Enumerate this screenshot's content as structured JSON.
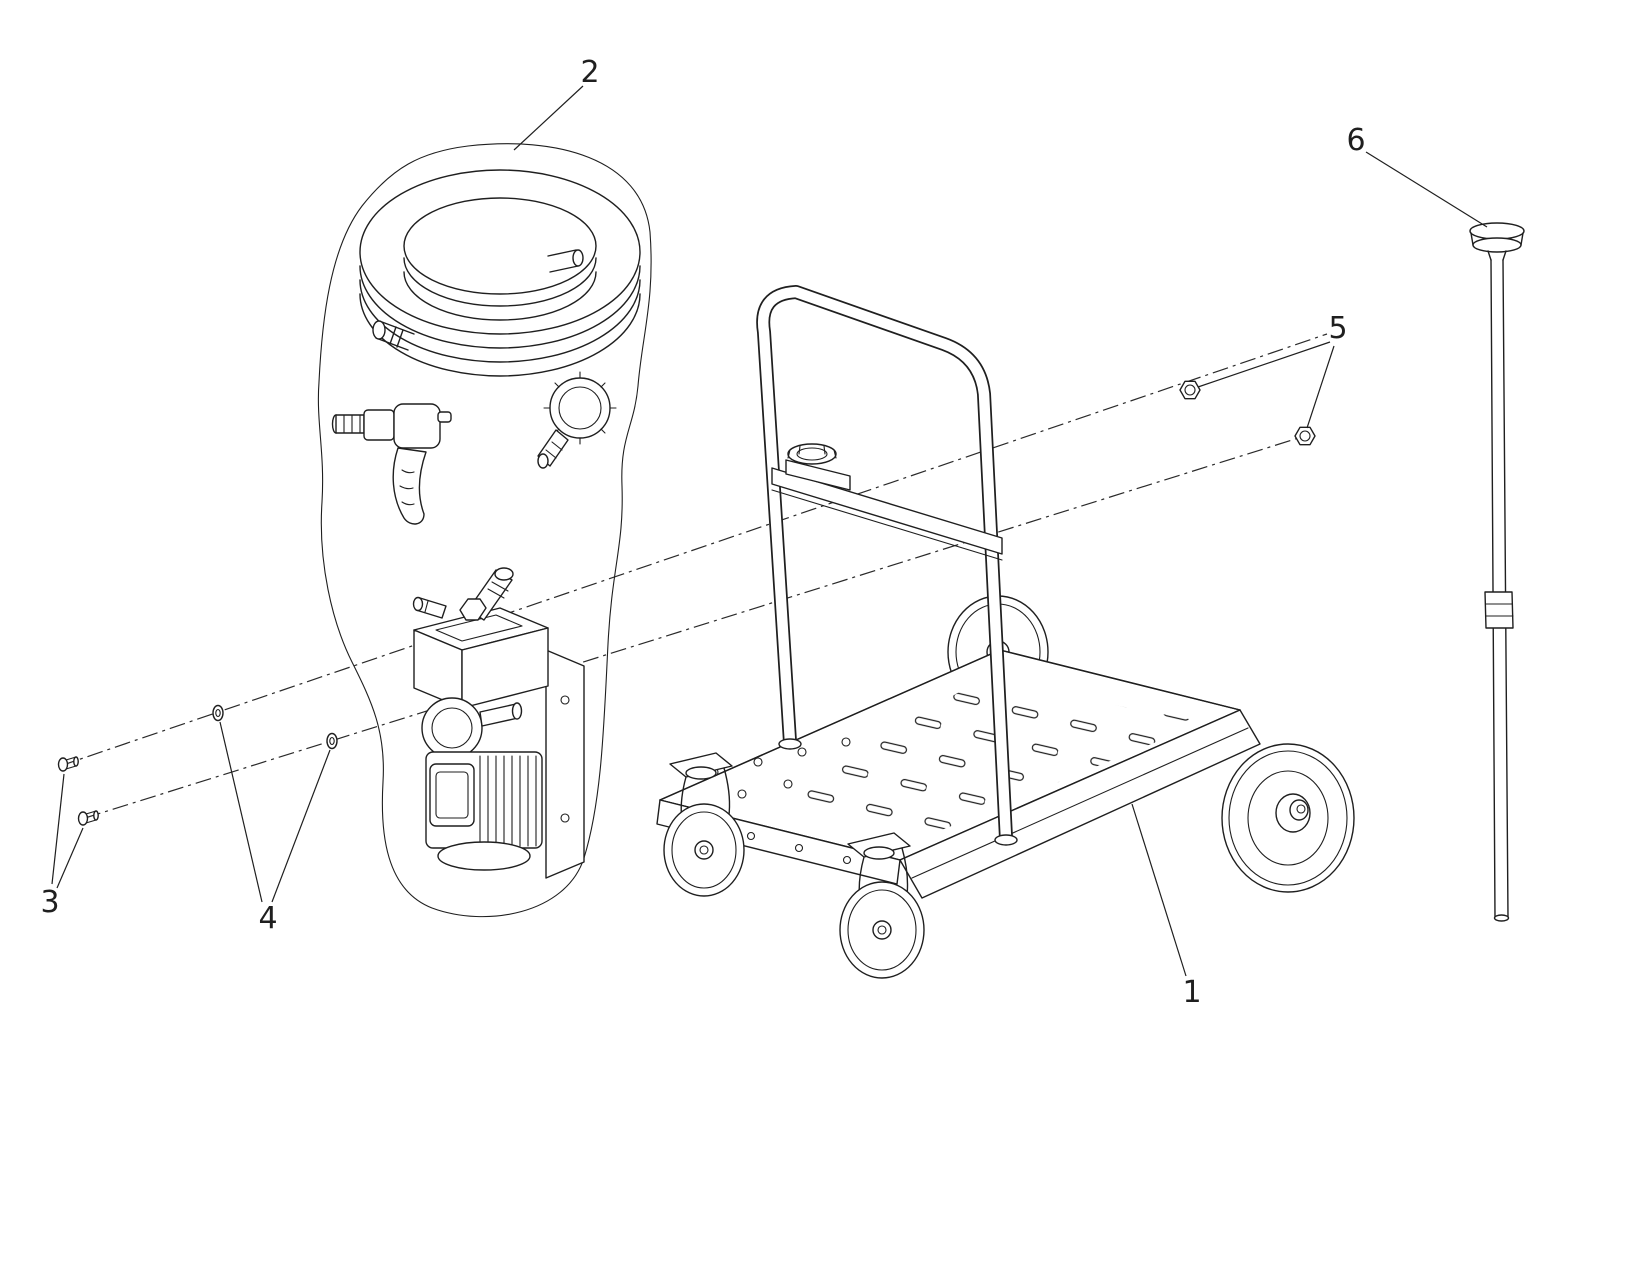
{
  "figure": {
    "background_color": "#ffffff",
    "line_color": "#1f1f1f",
    "callouts": [
      {
        "number": "1"
      },
      {
        "number": "2"
      },
      {
        "number": "3"
      },
      {
        "number": "4"
      },
      {
        "number": "5"
      },
      {
        "number": "6"
      }
    ]
  }
}
